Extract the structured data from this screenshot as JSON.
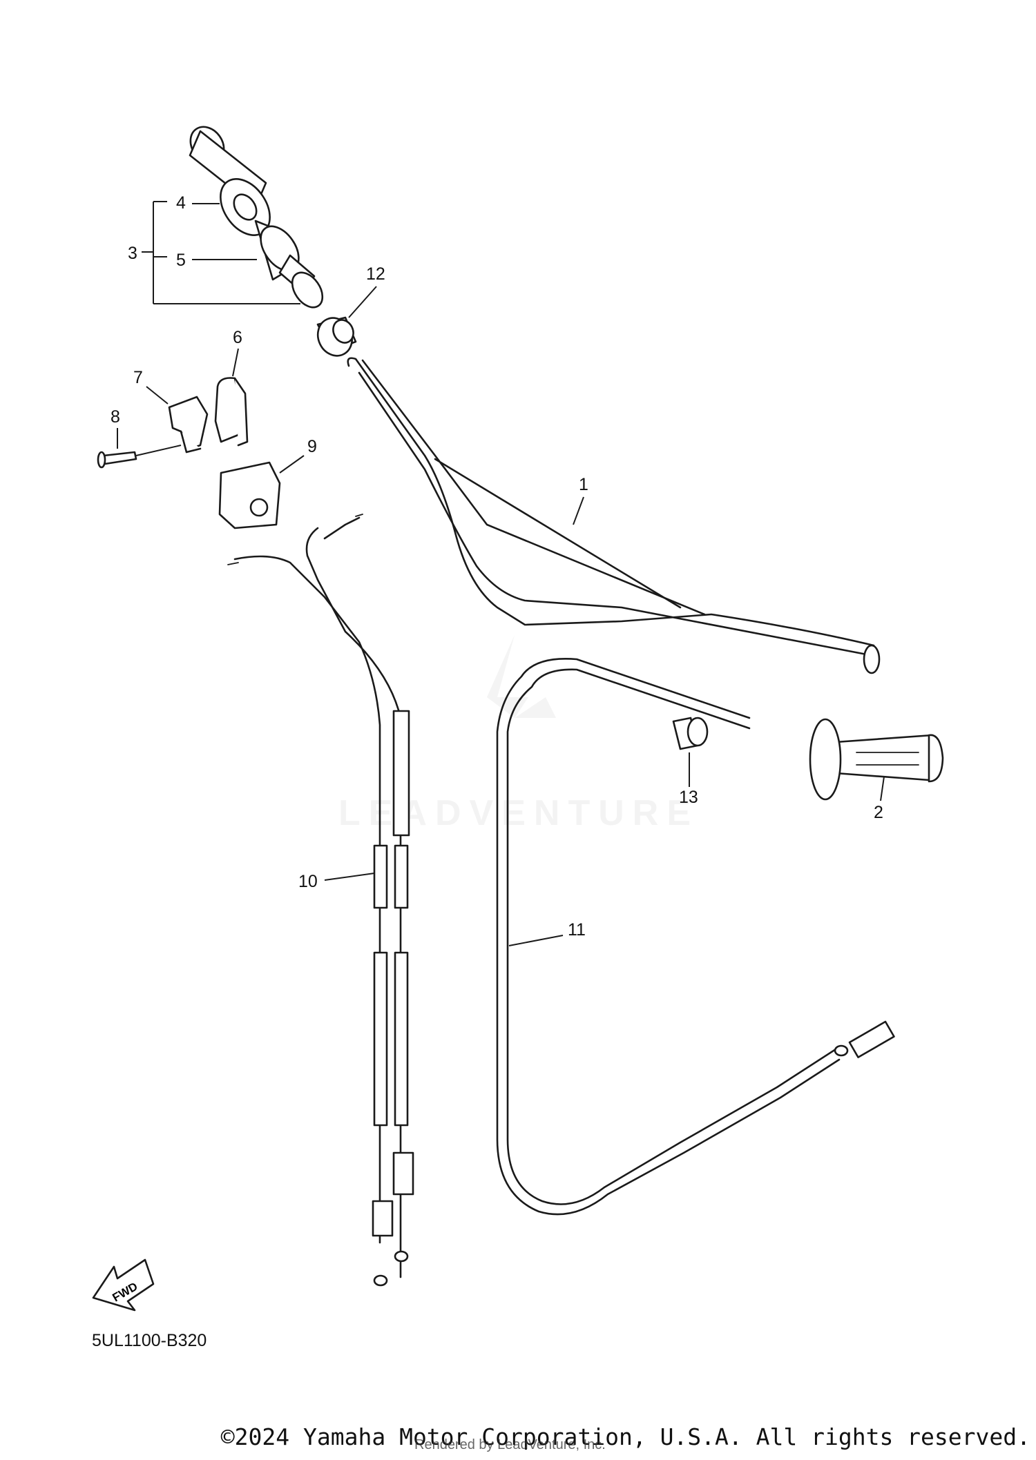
{
  "diagram": {
    "code": "5UL1100-B320",
    "direction_label": "FWD",
    "watermark": "LEADVENTURE",
    "callouts": [
      "1",
      "2",
      "3",
      "4",
      "5",
      "6",
      "7",
      "8",
      "9",
      "10",
      "11",
      "12",
      "13"
    ]
  },
  "footer": {
    "copyright": "©2024 Yamaha Motor Corporation, U.S.A. All rights reserved.",
    "rendered_by": "Rendered by LeadVenture, Inc."
  }
}
